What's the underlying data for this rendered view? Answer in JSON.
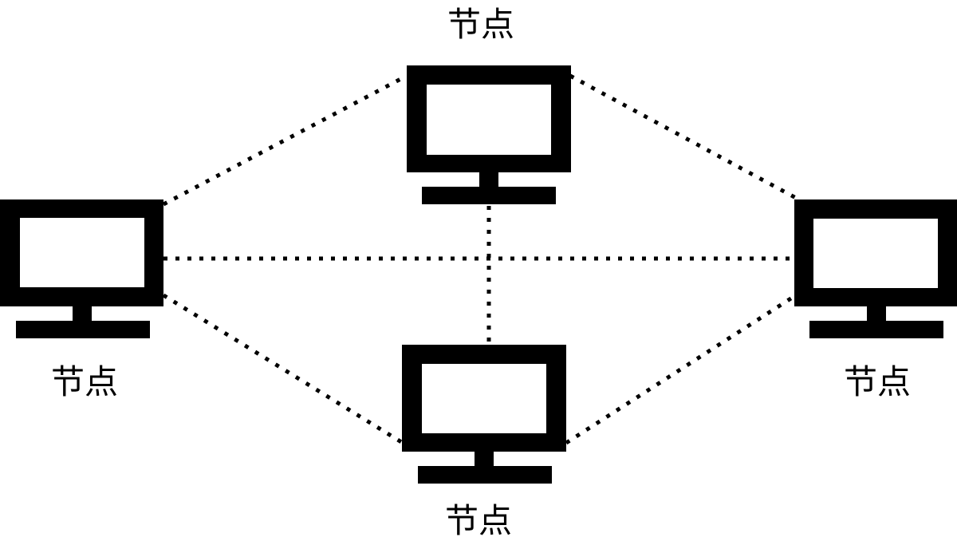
{
  "colors": {
    "ink": "#000000",
    "screen": "#ffffff"
  },
  "nodes": [
    {
      "id": "top",
      "label": "节点",
      "icon": "computer-monitor-icon"
    },
    {
      "id": "left",
      "label": "节点",
      "icon": "computer-monitor-icon"
    },
    {
      "id": "right",
      "label": "节点",
      "icon": "computer-monitor-icon"
    },
    {
      "id": "bottom",
      "label": "节点",
      "icon": "computer-monitor-icon"
    }
  ],
  "links": [
    {
      "from": "left",
      "to": "top",
      "style": "dotted"
    },
    {
      "from": "top",
      "to": "right",
      "style": "dotted"
    },
    {
      "from": "left",
      "to": "right",
      "style": "dotted"
    },
    {
      "from": "top",
      "to": "bottom",
      "style": "dotted"
    },
    {
      "from": "left",
      "to": "bottom",
      "style": "dotted"
    },
    {
      "from": "bottom",
      "to": "right",
      "style": "dotted"
    }
  ]
}
